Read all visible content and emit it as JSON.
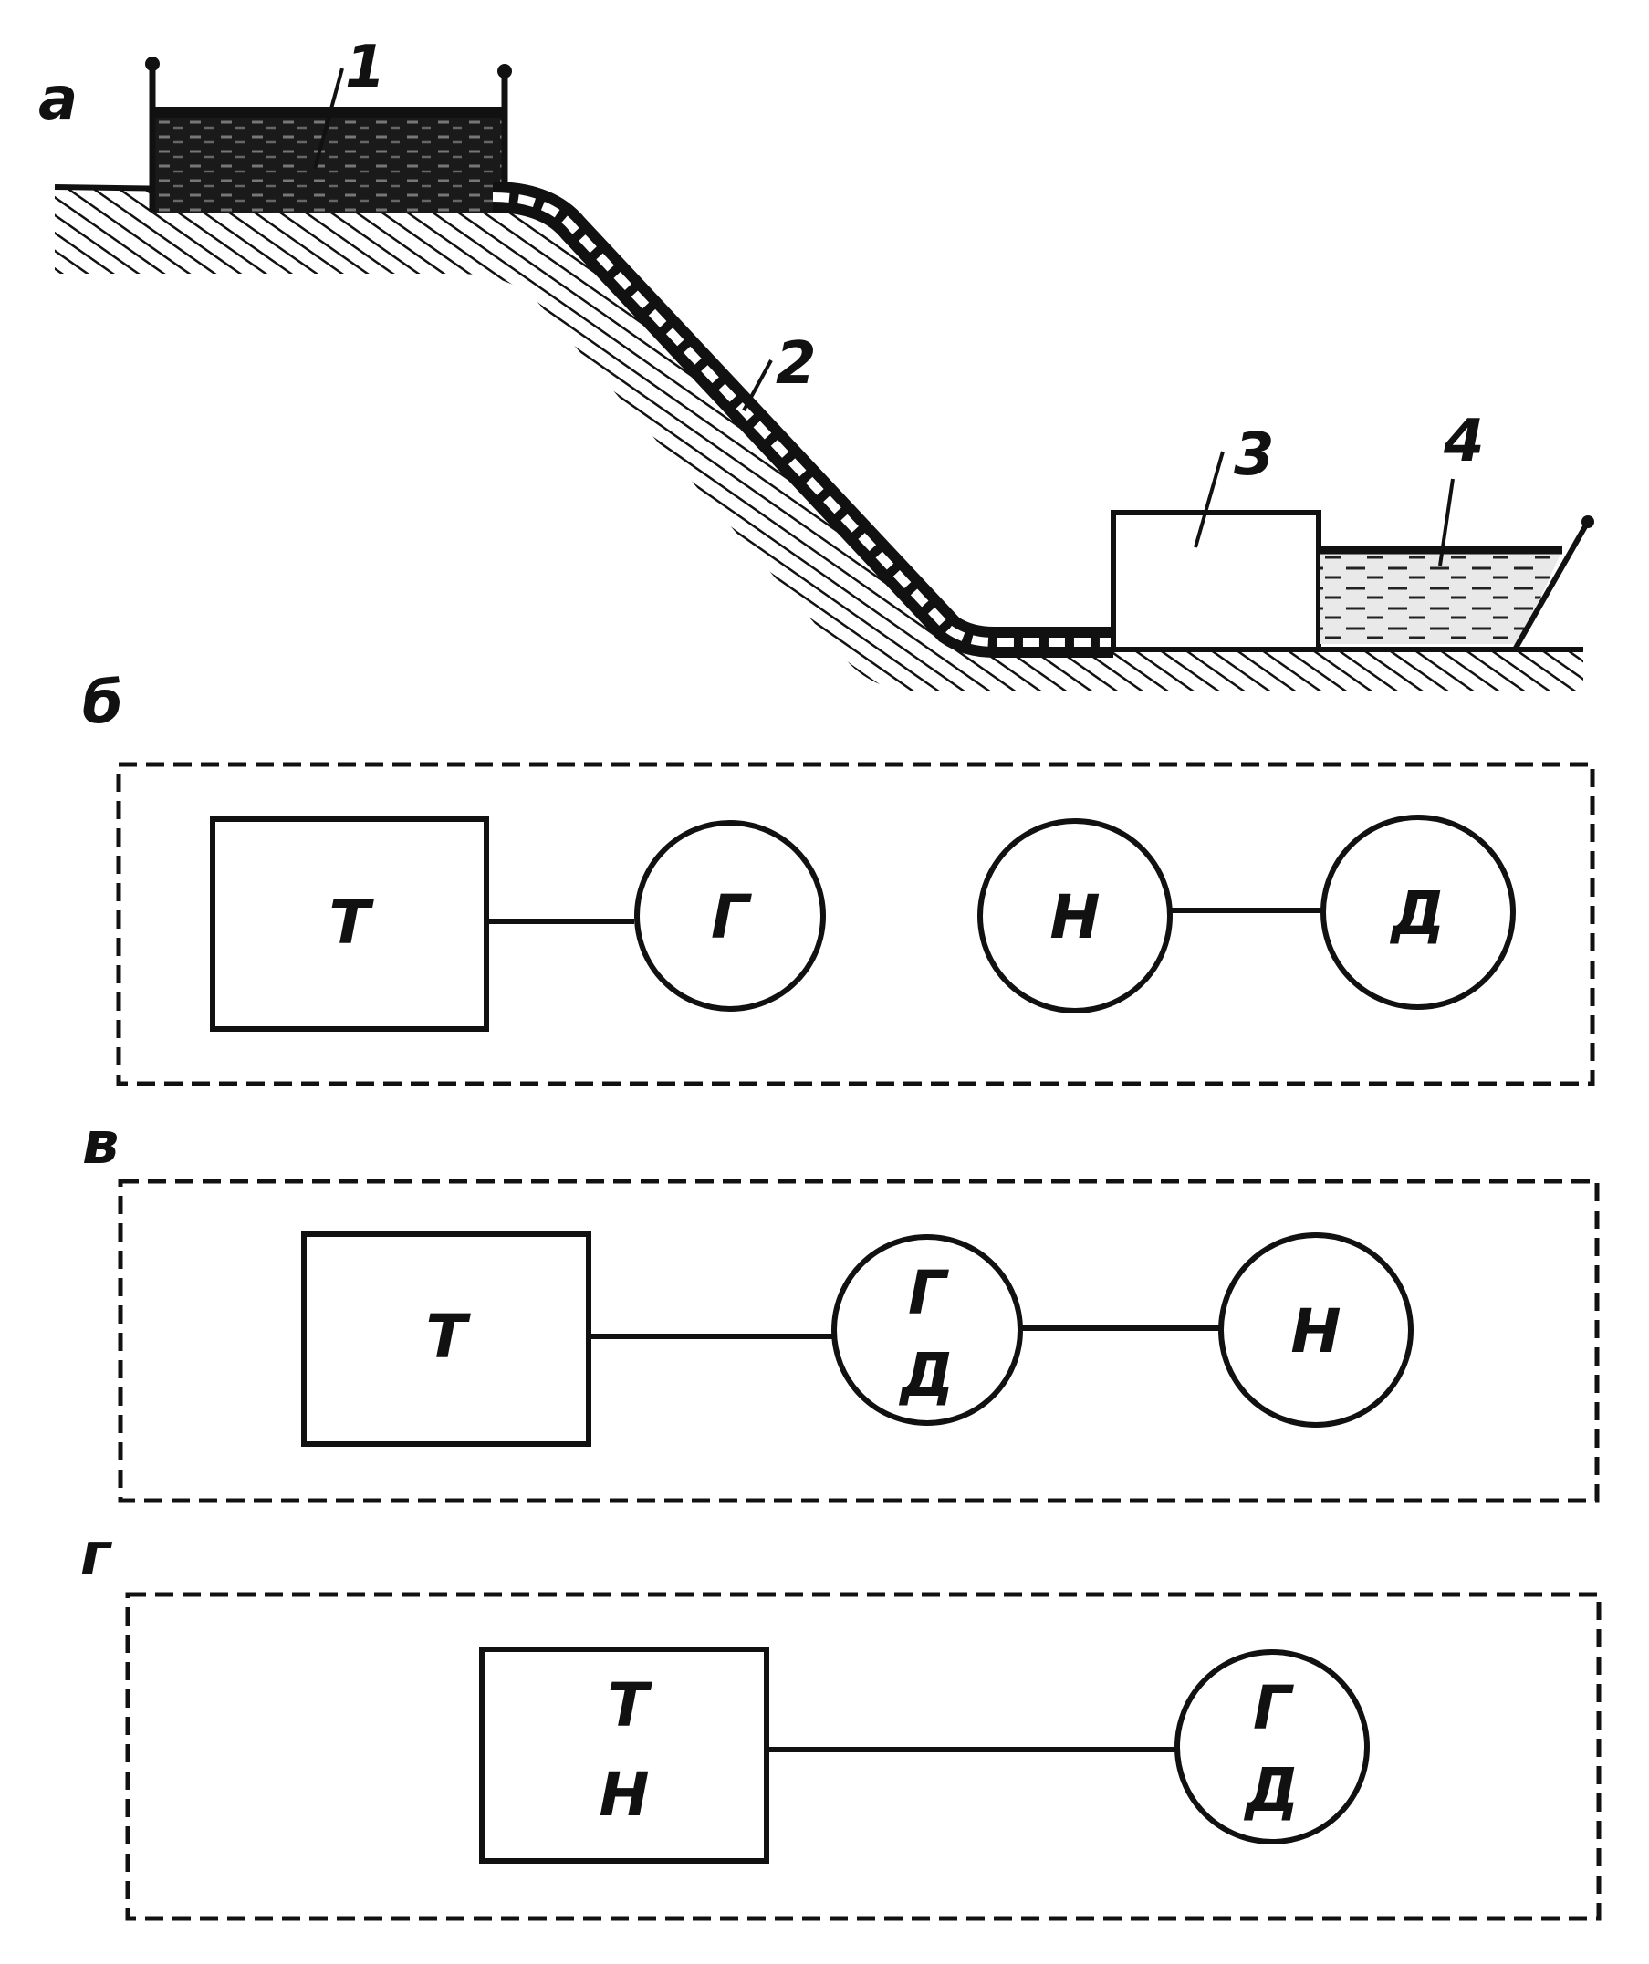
{
  "panel_a": {
    "letter": "а",
    "labels": {
      "upper_reservoir": "1",
      "penstock": "2",
      "station": "3",
      "lower_reservoir": "4"
    }
  },
  "panel_b": {
    "letter": "б",
    "turbine": "Т",
    "generator": "Г",
    "pump": "Н",
    "motor": "Д"
  },
  "panel_v": {
    "letter": "в",
    "turbine": "Т",
    "motor_generator_top": "Г",
    "motor_generator_bottom": "Д",
    "pump": "Н"
  },
  "panel_g": {
    "letter": "г",
    "pump_turbine_top": "Т",
    "pump_turbine_bottom": "Н",
    "motor_generator_top": "Г",
    "motor_generator_bottom": "Д"
  },
  "colors": {
    "ink": "#111111",
    "paper": "#ffffff"
  }
}
